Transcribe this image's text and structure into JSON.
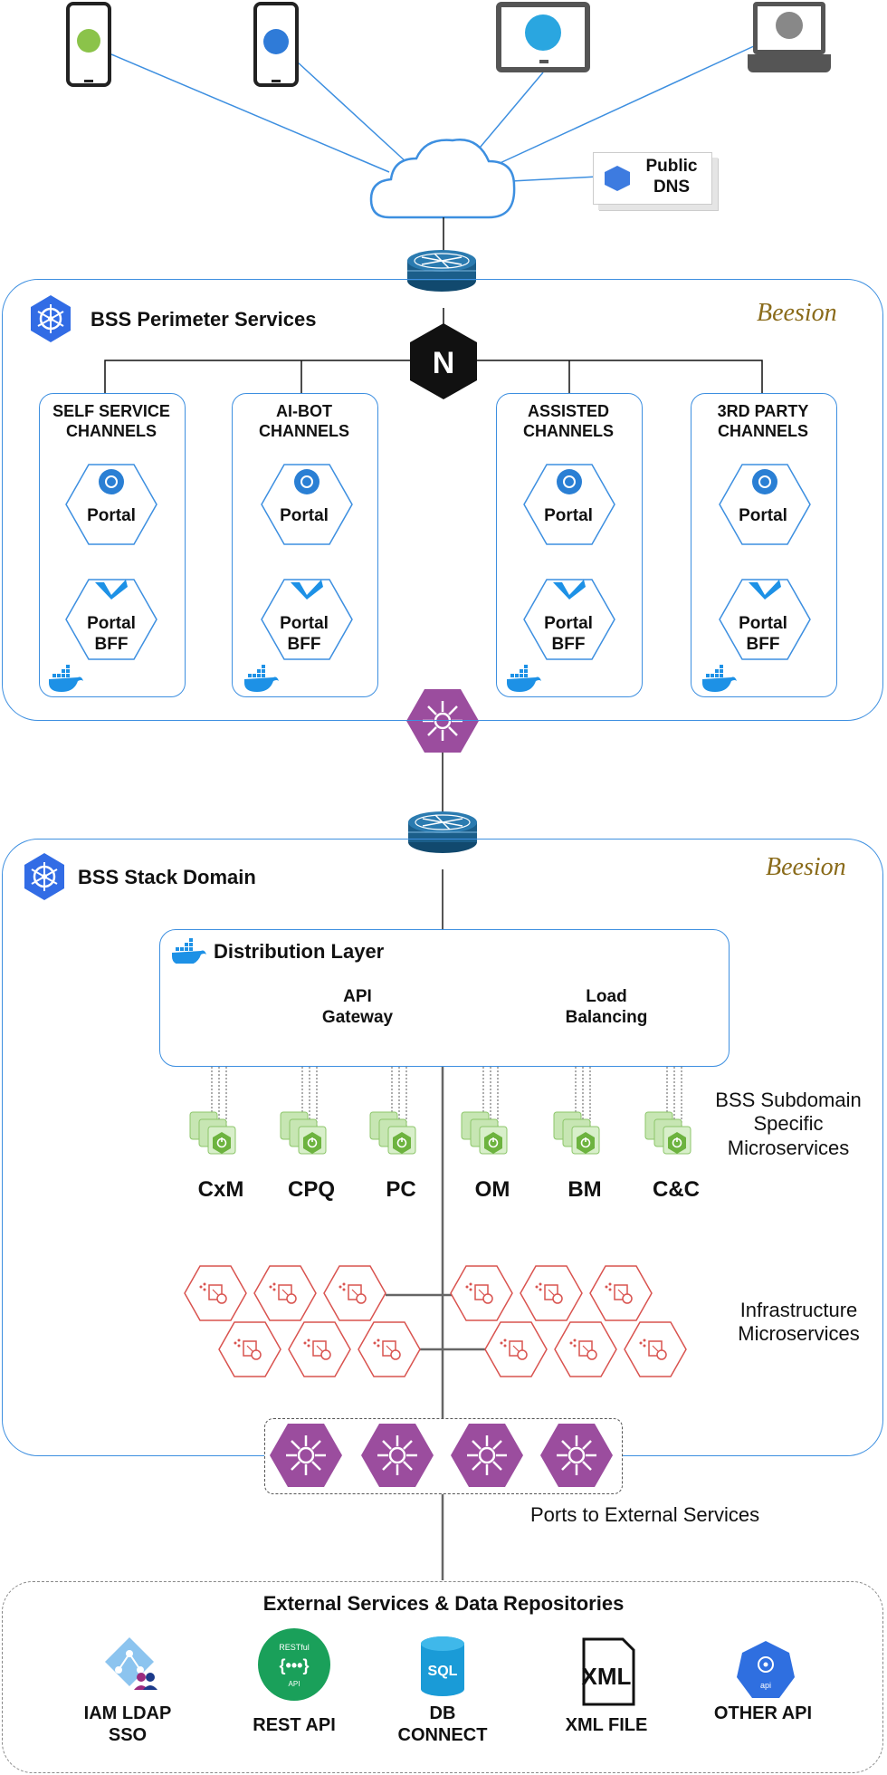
{
  "perimeter": {
    "title": "BSS Perimeter Services",
    "brand": "Beesion",
    "channels": [
      {
        "title": "SELF SERVICE CHANNELS",
        "portal": "Portal",
        "bff": "Portal BFF"
      },
      {
        "title": "AI-BOT CHANNELS",
        "portal": "Portal",
        "bff": "Portal BFF"
      },
      {
        "title": "ASSISTED CHANNELS",
        "portal": "Portal",
        "bff": "Portal BFF"
      },
      {
        "title": "3RD PARTY CHANNELS",
        "portal": "Portal",
        "bff": "Portal BFF"
      }
    ]
  },
  "public_dns": "Public DNS",
  "clients": [
    "android-phone-icon",
    "apple-phone-icon",
    "web-tablet-icon",
    "web-laptop-icon"
  ],
  "stack": {
    "title": "BSS Stack Domain",
    "brand": "Beesion",
    "distribution": {
      "title": "Distribution Layer",
      "api_gateway": "API Gateway",
      "load_balancing": "Load Balancing"
    },
    "microservices": [
      "CxM",
      "CPQ",
      "PC",
      "OM",
      "BM",
      "C&C"
    ],
    "microservices_label": "BSS Subdomain Specific Microservices",
    "infra_label": "Infrastructure Microservices",
    "ports_label": "Ports to External Services"
  },
  "external": {
    "title": "External Services & Data Repositories",
    "items": [
      {
        "name": "IAM LDAP SSO",
        "icon": "ldap-icon"
      },
      {
        "name": "REST API",
        "icon": "rest-api-icon",
        "badge_top": "RESTful",
        "badge_bottom": "API"
      },
      {
        "name": "DB CONNECT",
        "icon": "sql-db-icon",
        "badge": "SQL"
      },
      {
        "name": "XML FILE",
        "icon": "xml-file-icon",
        "badge": "XML"
      },
      {
        "name": "OTHER API",
        "icon": "api-icon",
        "badge": "api"
      }
    ]
  },
  "colors": {
    "panel_border": "#3d8fe0",
    "router": "#1b5e8a",
    "nginx": "#111111",
    "hub": "#9b4d9e",
    "infra": "#d9534f",
    "spring": "#6db33f",
    "docker": "#1d91e6",
    "k8s": "#326ce5"
  }
}
